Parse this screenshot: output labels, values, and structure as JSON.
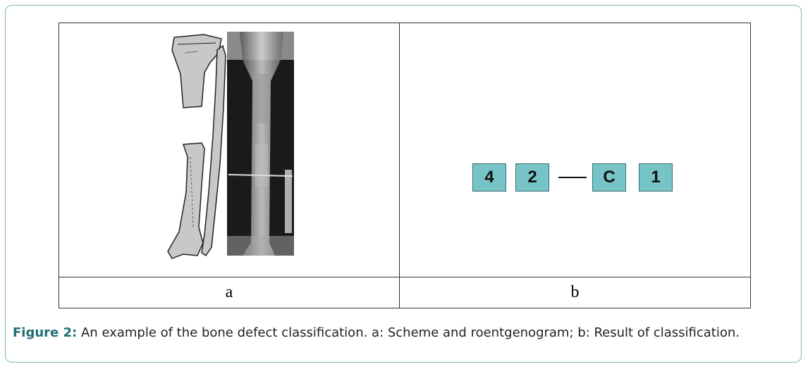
{
  "figure": {
    "panel_labels": {
      "a": "a",
      "b": "b"
    },
    "classification_codes": [
      "4",
      "2",
      "C",
      "1"
    ],
    "caption_label": "Figure 2:",
    "caption_text": " An example of the bone defect classification. a: Scheme and roentgenogram; b: Result of classification."
  },
  "colors": {
    "frame_border": "#7fb8b3",
    "code_box_fill": "#77c4c8",
    "caption_label": "#1f6f73"
  }
}
